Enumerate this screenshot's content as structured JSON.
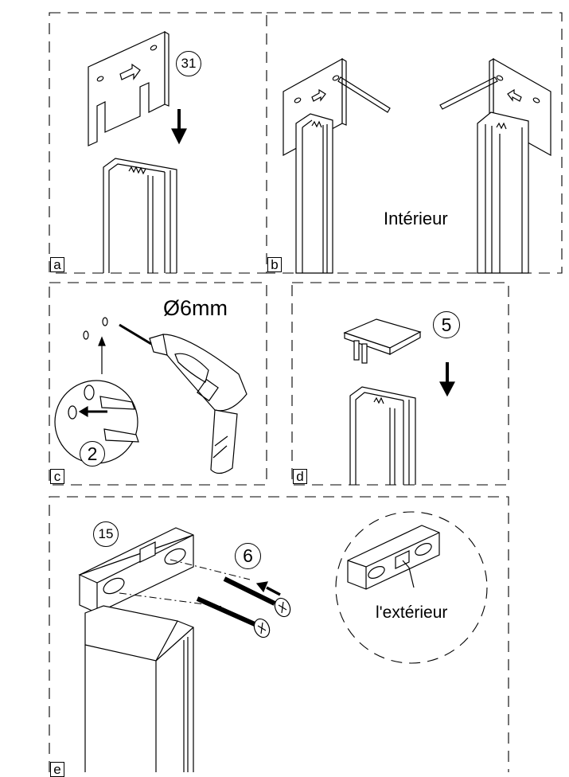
{
  "panels": {
    "a": {
      "tag": "a",
      "part_number": "31"
    },
    "b": {
      "tag": "b",
      "label": "Intérieur"
    },
    "c": {
      "tag": "c",
      "drill_size": "Ø6mm",
      "part_number": "2"
    },
    "d": {
      "tag": "d",
      "part_number": "5"
    },
    "e": {
      "tag": "e",
      "part_number_bracket": "15",
      "part_number_screws": "6",
      "detail_label": "l'extérieur"
    }
  }
}
